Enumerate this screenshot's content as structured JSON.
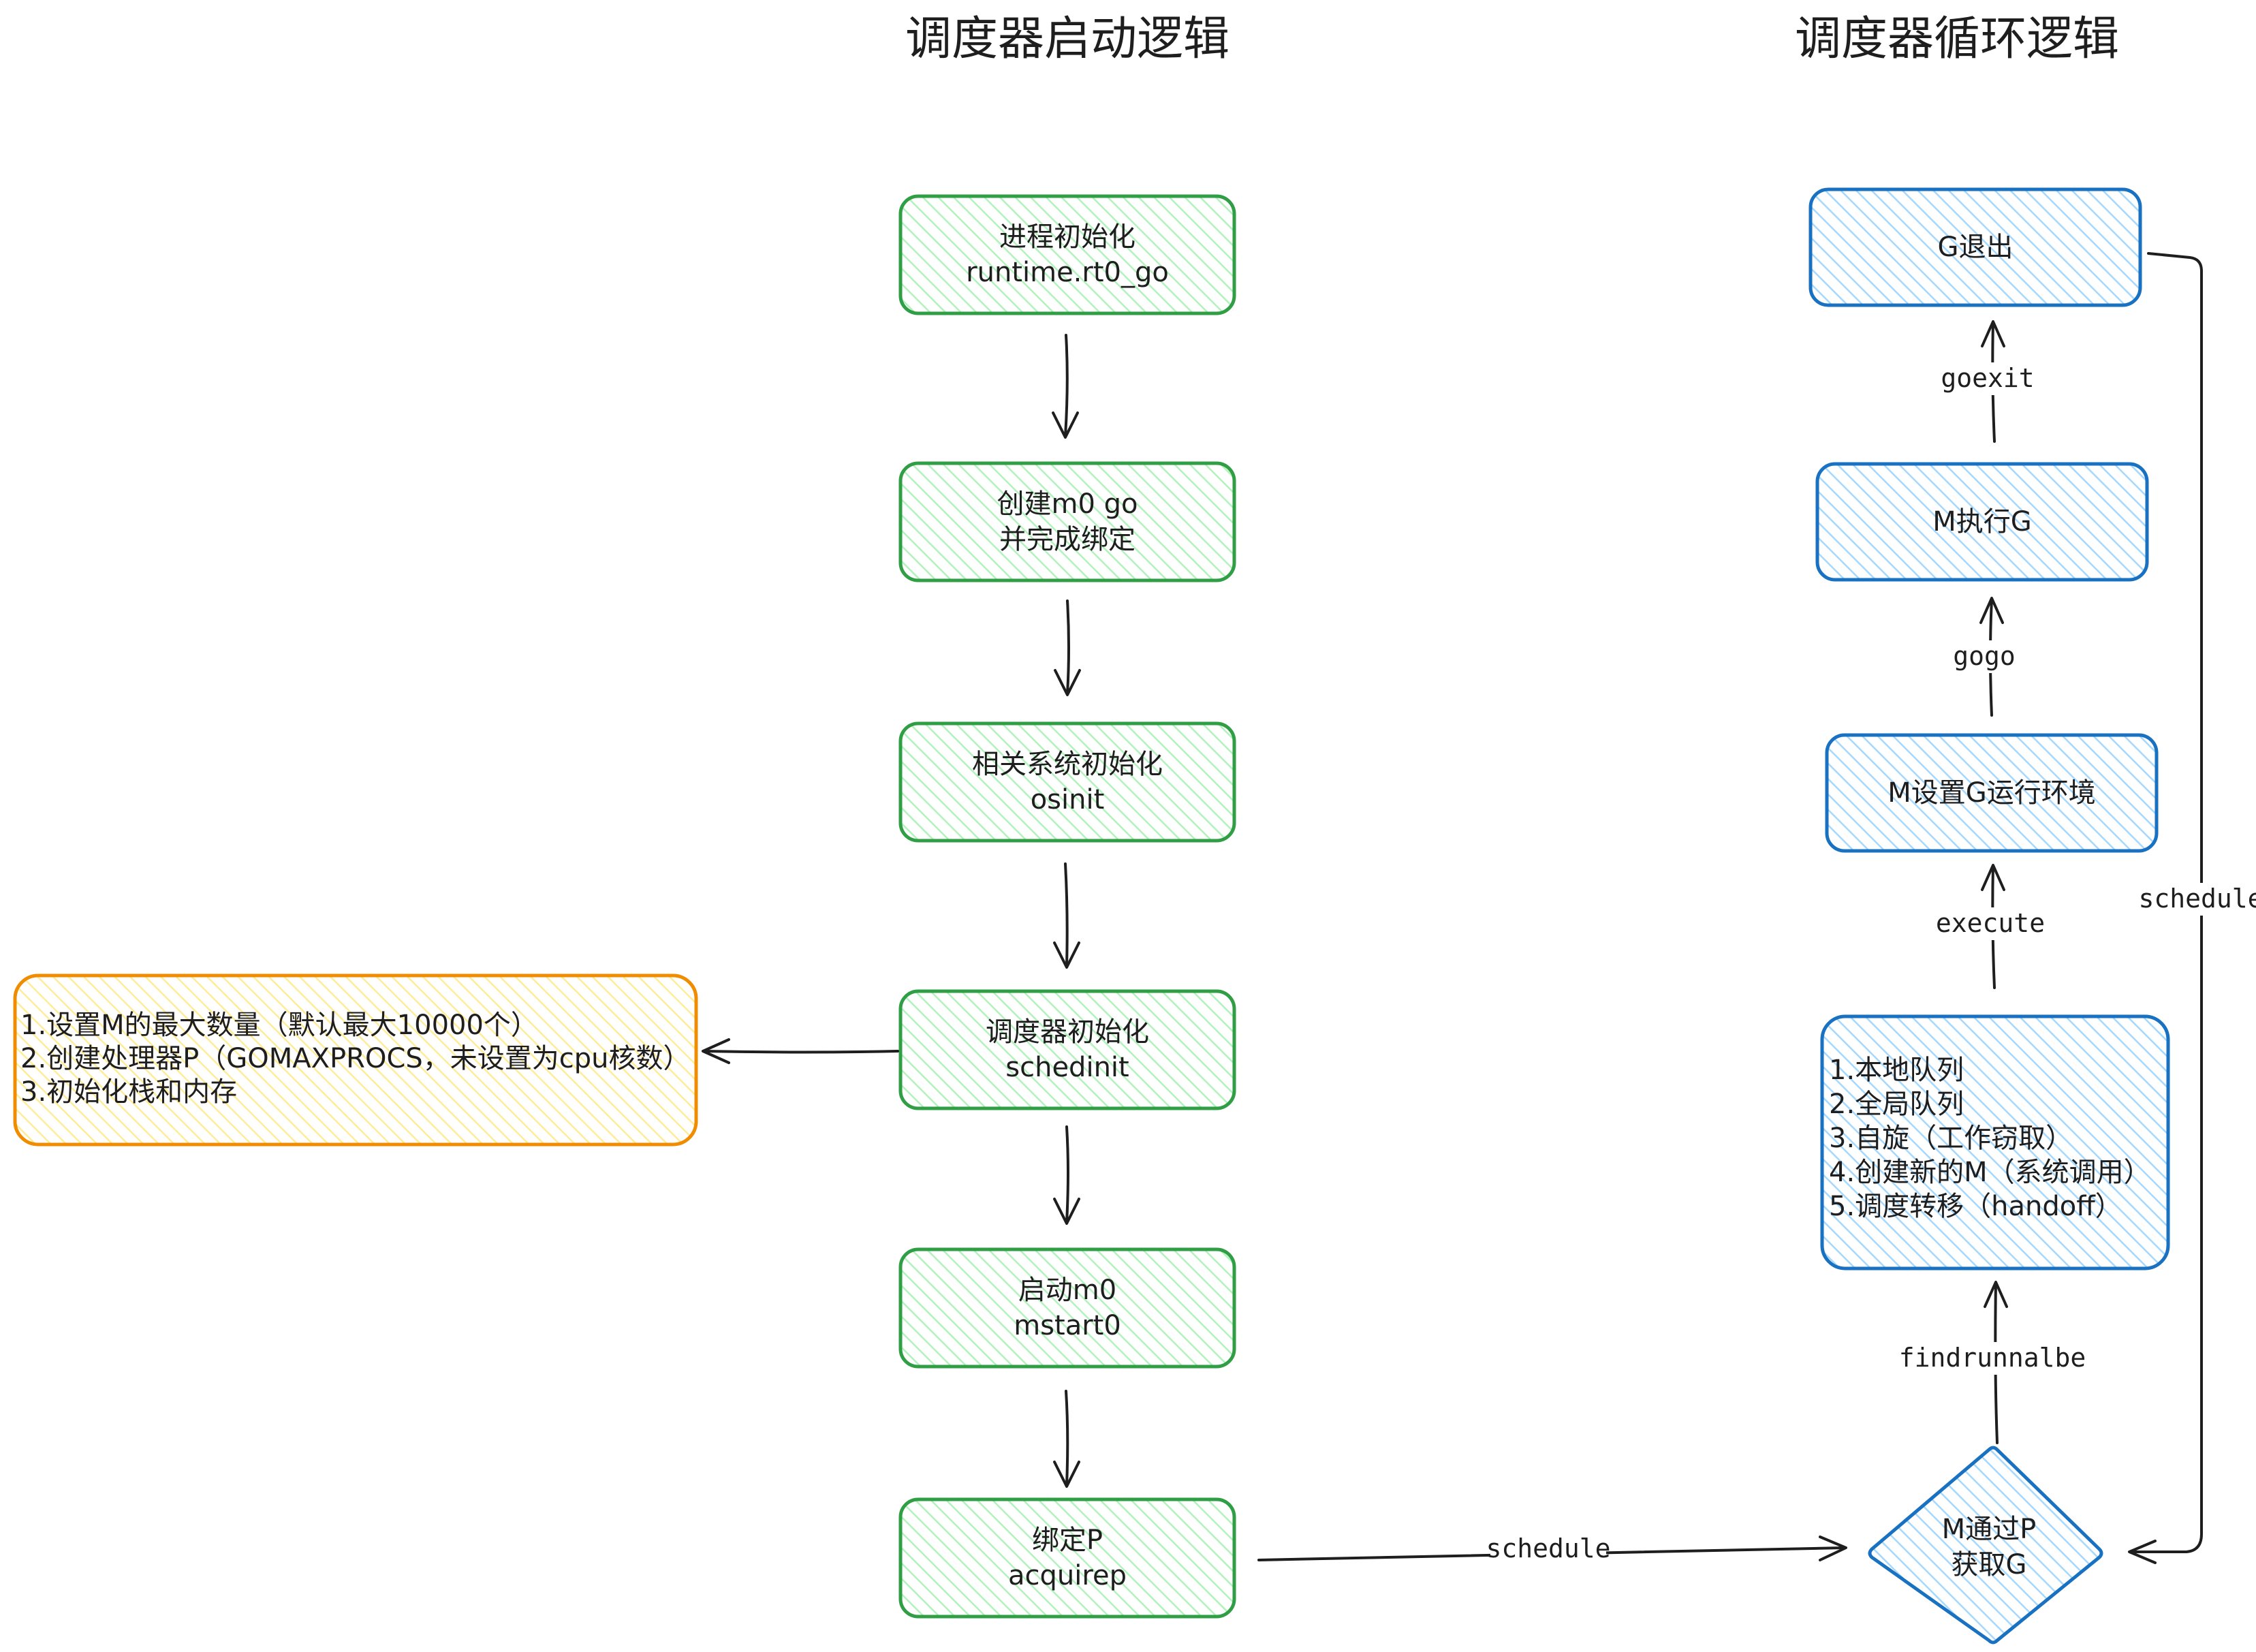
{
  "titles": {
    "left": "调度器启动逻辑",
    "right": "调度器循环逻辑"
  },
  "colors": {
    "green_stroke": "#2f9e44",
    "green_fill": "#b2f2bb",
    "orange_stroke": "#f08c00",
    "orange_fill": "#ffec99",
    "blue_stroke": "#1971c2",
    "blue_fill": "#a5d8ff",
    "line": "#1e1e1e"
  },
  "startup": {
    "process_init": [
      "进程初始化",
      "runtime.rt0_go"
    ],
    "create_m0": [
      "创建m0 go",
      "并完成绑定"
    ],
    "os_init": [
      "相关系统初始化",
      "osinit"
    ],
    "sched_init": [
      "调度器初始化",
      "schedinit"
    ],
    "start_m0": [
      "启动m0",
      "mstart0"
    ],
    "bind_p": [
      "绑定P",
      "acquirep"
    ]
  },
  "sched_init_note": [
    "1.设置M的最大数量（默认最大10000个）",
    "2.创建处理器P（GOMAXPROCS，未设置为cpu核数）",
    "3.初始化栈和内存"
  ],
  "loop": {
    "g_exit": [
      "G退出"
    ],
    "m_exec": [
      "M执行G"
    ],
    "m_setup": [
      "M设置G运行环境"
    ],
    "find_list": [
      "1.本地队列",
      "2.全局队列",
      "3.自旋（工作窃取）",
      "4.创建新的M（系统调用）",
      "5.调度转移（handoff）"
    ],
    "decision": [
      "M通过P",
      "获取G"
    ]
  },
  "edge_labels": {
    "goexit": "goexit",
    "gogo": "gogo",
    "execute": "execute",
    "findrunnable": "findrunnalbe",
    "schedule_loop": "schedule",
    "schedule_main": "schedule"
  }
}
